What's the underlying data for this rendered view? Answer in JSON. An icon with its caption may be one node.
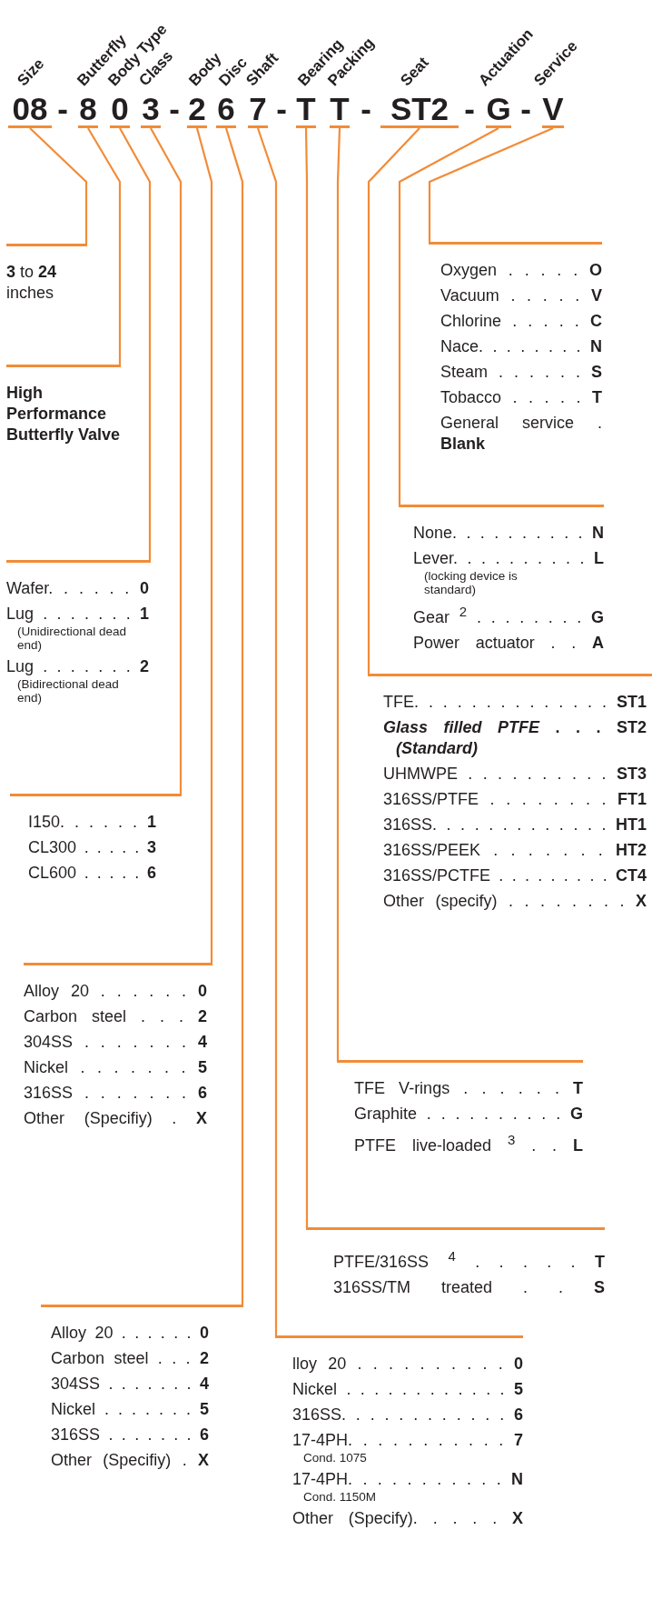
{
  "diagram": {
    "nodes": [
      {
        "text": [
          "08"
        ],
        "beside": [
          "Size"
        ]
      },
      {
        "text": [
          "8"
        ],
        "beside": [
          "Butterfly"
        ]
      },
      {
        "text": [
          "0"
        ],
        "beside": [
          "Body Type"
        ]
      },
      {
        "text": [
          "3"
        ],
        "beside": [
          "Class"
        ]
      },
      {
        "text": [
          "2"
        ],
        "beside": [
          "Body"
        ]
      },
      {
        "text": [
          "6"
        ],
        "beside": [
          "Disc"
        ]
      },
      {
        "text": [
          "7"
        ],
        "beside": [
          "Shaft"
        ]
      },
      {
        "text": [
          "T"
        ],
        "beside": [
          "Bearing"
        ]
      },
      {
        "text": [
          "T"
        ],
        "beside": [
          "Packing"
        ]
      },
      {
        "text": [
          "ST2"
        ],
        "beside": [
          "Seat"
        ]
      },
      {
        "text": [
          "G"
        ],
        "beside": [
          "Actuation"
        ]
      },
      {
        "text": [
          "V"
        ],
        "beside": [
          "Service"
        ]
      },
      {
        "text": [
          "**3** to **24** inches"
        ]
      },
      {
        "text": [
          "Oxygen . . . . . **O**",
          "Vacuum . . . . . **V**",
          "Chlorine . . . . . **C**",
          "Nace. . . . . . . . **N**",
          "Steam . . . . . . **S**",
          "Tobacco . . . . . **T**",
          "General service . **Blank**"
        ]
      },
      {
        "text": [
          "High Performance Butterfly Valve"
        ]
      },
      {
        "text": [
          "None. . . . . . . . . . **N**",
          "Lever. . . . . . . . . . **L**",
          "(locking device is standard)",
          "Gear $^{2}$ . . . . . . . . **G**",
          "Power actuator . . **A**"
        ]
      },
      {
        "text": [
          "Wafer. . . . . . **0**",
          "Lug . . . . . . . **1**",
          "(Unidirectional dead end)",
          "Lug . . . . . . . **2**",
          "(Bidirectional dead end)"
        ]
      },
      {
        "text": [
          "TFE. . . . . . . . . . . . . . **ST1**",
          "*Glass filled PTFE* . . . **ST2**",
          "(Standard)",
          "UHMWPE . . . . . . . . . . **ST3**",
          "316SS/PTFE . . . . . . . . **FT1**",
          "316SS. . . . . . . . . . . . . **HT1**",
          "316SS/PEEK . . . . . . . **HT2**",
          "316SS/PCTFE . . . . . . . . . **CT4**",
          "Other (specify) . . . . . . . . **X**"
        ]
      },
      {
        "text": [
          "I150. . . . . . **1**",
          "CL300 . . . . . **3**",
          "CL600 . . . . . **6**"
        ]
      },
      {
        "text": [
          "Alloy 20 . . . . . . **0**",
          "Carbon steel . . . **2**",
          "304SS . . . . . . . **4**",
          "Nickel . . . . . . . **5**",
          "316SS . . . . . . . **6**",
          "Other (Specifiy) . **X**"
        ]
      },
      {
        "text": [
          "TFE V-rings . . . . . . **T**",
          "Graphite . . . . . . . . . . **G**",
          "PTFE live-loaded $^{3}$ . . **L**"
        ]
      },
      {
        "text": [
          "PTFE/316SS $^{4}$ . . . . . **T**",
          "316SS/TM treated . . **S**"
        ]
      },
      {
        "text": [
          "Alloy 20 . . . . . . **0**",
          "Carbon steel . . . **2**",
          "304SS . . . . . . . **4**",
          "Nickel . . . . . . . **5**",
          "316SS . . . . . . . **6**",
          "Other (Specifiy) . **X**"
        ]
      },
      {
        "text": [
          "lloy 20 . . . . . . . . . . **0**",
          "Nickel . . . . . . . . . . . . **5**",
          "316SS. . . . . . . . . . . . **6**",
          "17-4PH. . . . . . . . . . . **7**",
          "Cond. 1075",
          "17-4PH. . . . . . . . . . . **N**",
          "Cond. 1150M",
          "Other (Specify). . . . . **X**"
        ]
      }
    ],
    "edges": [
      {
        "from": 0,
        "to": 12,
        "arrow": "none"
      },
      {
        "from": 1,
        "to": 14,
        "arrow": "none"
      },
      {
        "from": 2,
        "to": 16,
        "arrow": "none"
      },
      {
        "from": 3,
        "to": 18,
        "arrow": "none"
      },
      {
        "from": 4,
        "to": 19,
        "arrow": "none"
      },
      {
        "from": 5,
        "to": 22,
        "arrow": "none"
      },
      {
        "from": 6,
        "to": 23,
        "arrow": "none"
      },
      {
        "from": 7,
        "to": 21,
        "arrow": "none"
      },
      {
        "from": 8,
        "to": 20,
        "arrow": "none"
      },
      {
        "from": 9,
        "to": 17,
        "arrow": "none"
      },
      {
        "from": 10,
        "to": 15,
        "arrow": "none"
      },
      {
        "from": 11,
        "to": 13,
        "arrow": "none"
      }
    ],
    "labels": [
      "-",
      "-",
      "-",
      "-",
      "-",
      "-"
    ]
  }
}
